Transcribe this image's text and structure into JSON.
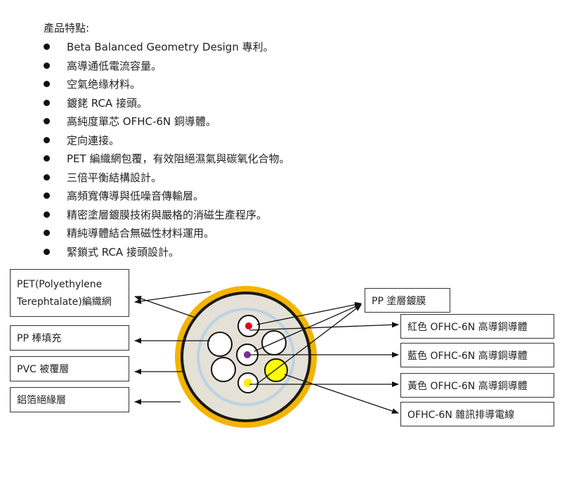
{
  "features": {
    "title": "產品特點:",
    "items": [
      "Beta Balanced Geometry Design 專利。",
      "高導通低電流容量。",
      "空氣绝缘材料。",
      "鍍銠 RCA 接頭。",
      "高純度單芯 OFHC-6N 銅導體。",
      "定向連接。",
      "PET 編織網包覆，有效阻絕濕氣與碳氧化合物。",
      "三倍平衡結構設計。",
      "高頻寬傳導與低噪音傳輸層。",
      "精密塗層鍍膜技術與嚴格的消磁生產程序。",
      "精純導體結合無磁性材料運用。",
      "緊鎖式 RCA 接頭設計。"
    ]
  },
  "labels": {
    "pet_line1": "PET(Polyethylene",
    "pet_line2": "Terephtalate)編織網",
    "pp_filler": "PP 棒填充",
    "pvc": "PVC 被覆層",
    "foil": "鋁箔絕緣層",
    "pp_coating": "PP 塗層鍍膜",
    "red": "紅色 OFHC-6N 高導銅導體",
    "blue": "藍色 OFHC-6N 高導銅導體",
    "yellow": "黃色 OFHC-6N 高導銅導體",
    "drain": "OFHC-6N 雜訊排導電線"
  },
  "colors": {
    "outer_jacket": "#f4b400",
    "black_layer": "#1a1a1a",
    "filler": "#e5e1d6",
    "blue_ring": "#b9d3e6",
    "red_core": "#e0001b",
    "blue_core": "#7b2c9e",
    "yellow_core": "#ffec00",
    "drain_core": "#ffff00"
  }
}
